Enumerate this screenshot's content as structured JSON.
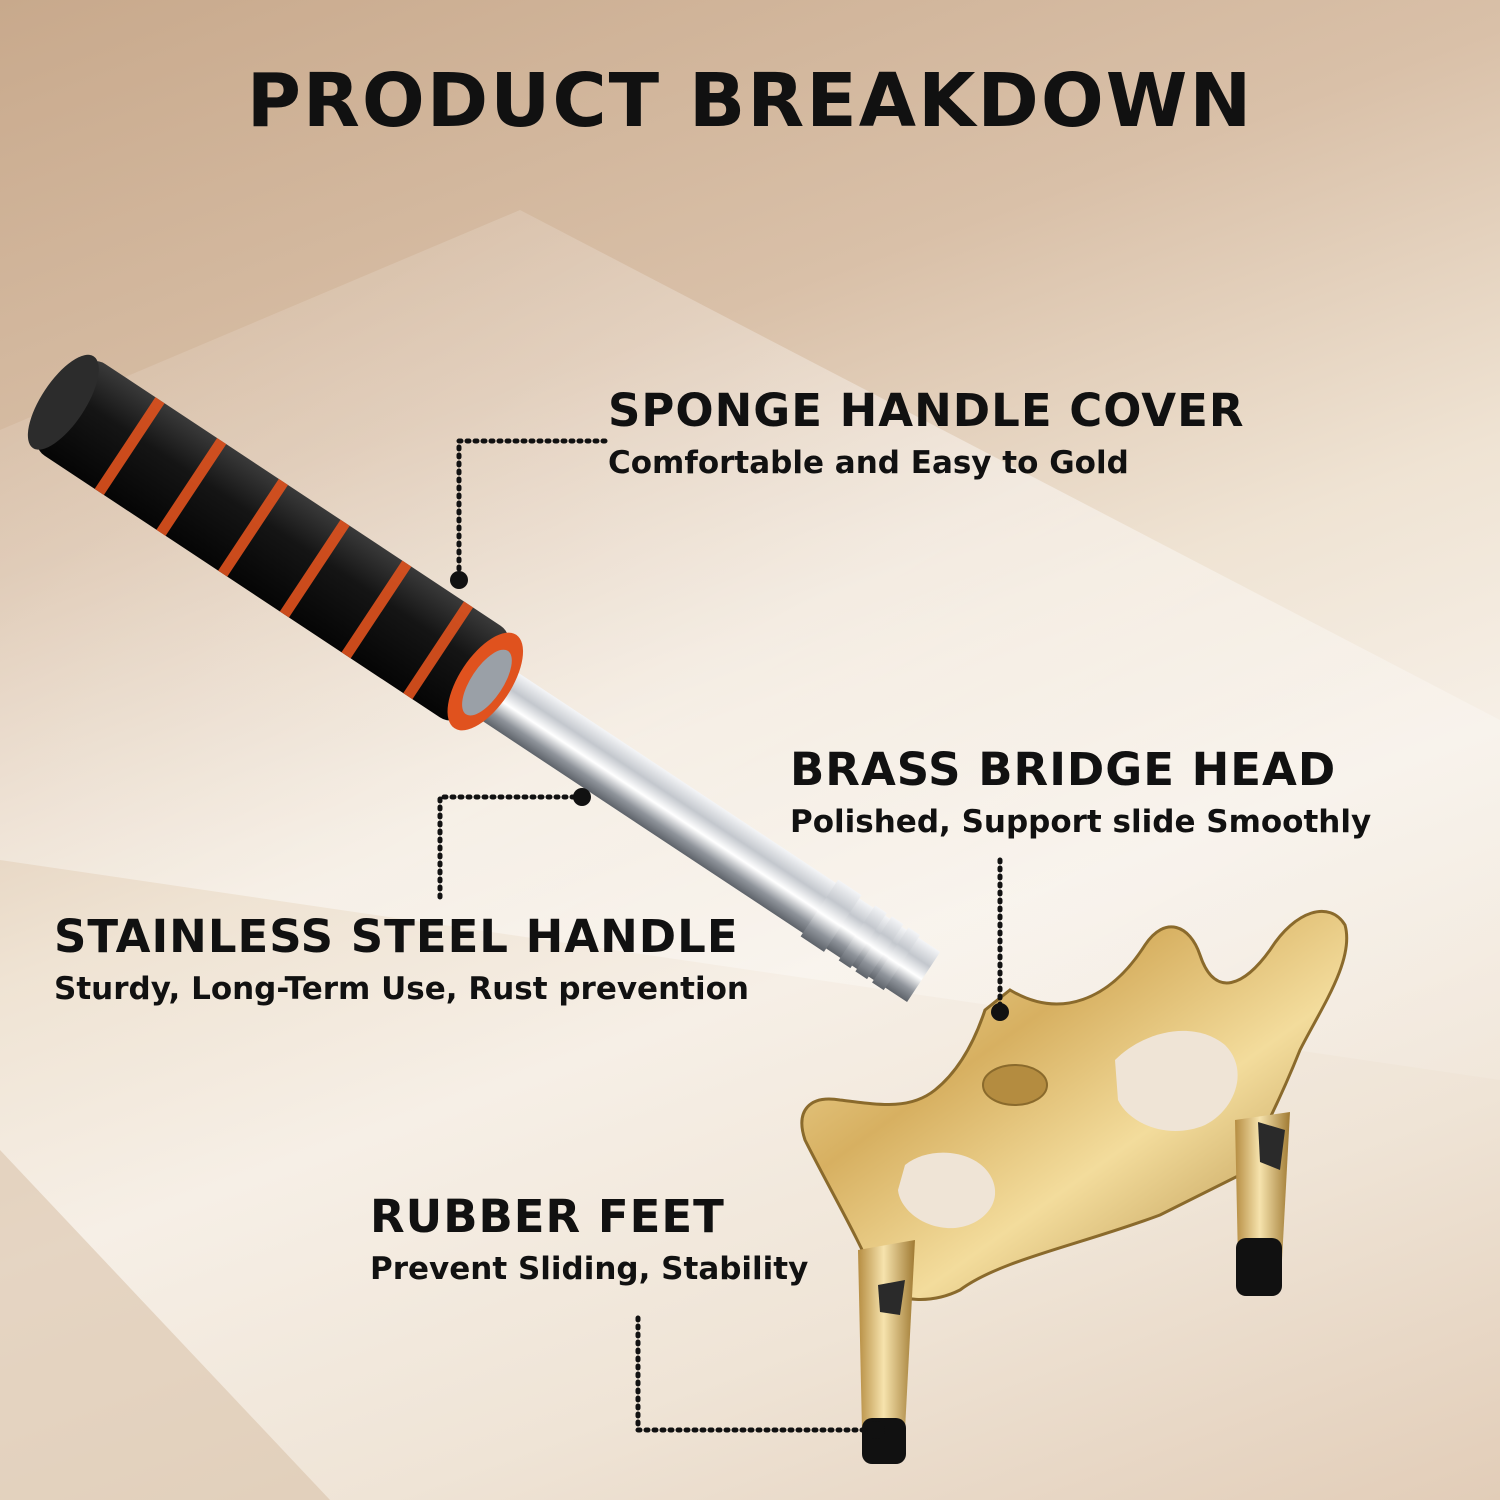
{
  "title": "PRODUCT BREAKDOWN",
  "colors": {
    "foam": "#151515",
    "foam_ring": "#e0521e",
    "steel": "#c9ccd2",
    "brass": "#d9b66c",
    "rubber": "#111111",
    "leader_dots": "#111111"
  },
  "callouts": [
    {
      "heading": "SPONGE HANDLE COVER",
      "description": "Comfortable and Easy to Gold"
    },
    {
      "heading": "BRASS BRIDGE HEAD",
      "description": "Polished, Support slide Smoothly"
    },
    {
      "heading": "STAINLESS STEEL HANDLE",
      "description": "Sturdy, Long-Term Use, Rust prevention"
    },
    {
      "heading": "RUBBER FEET",
      "description": "Prevent Sliding, Stability"
    }
  ]
}
